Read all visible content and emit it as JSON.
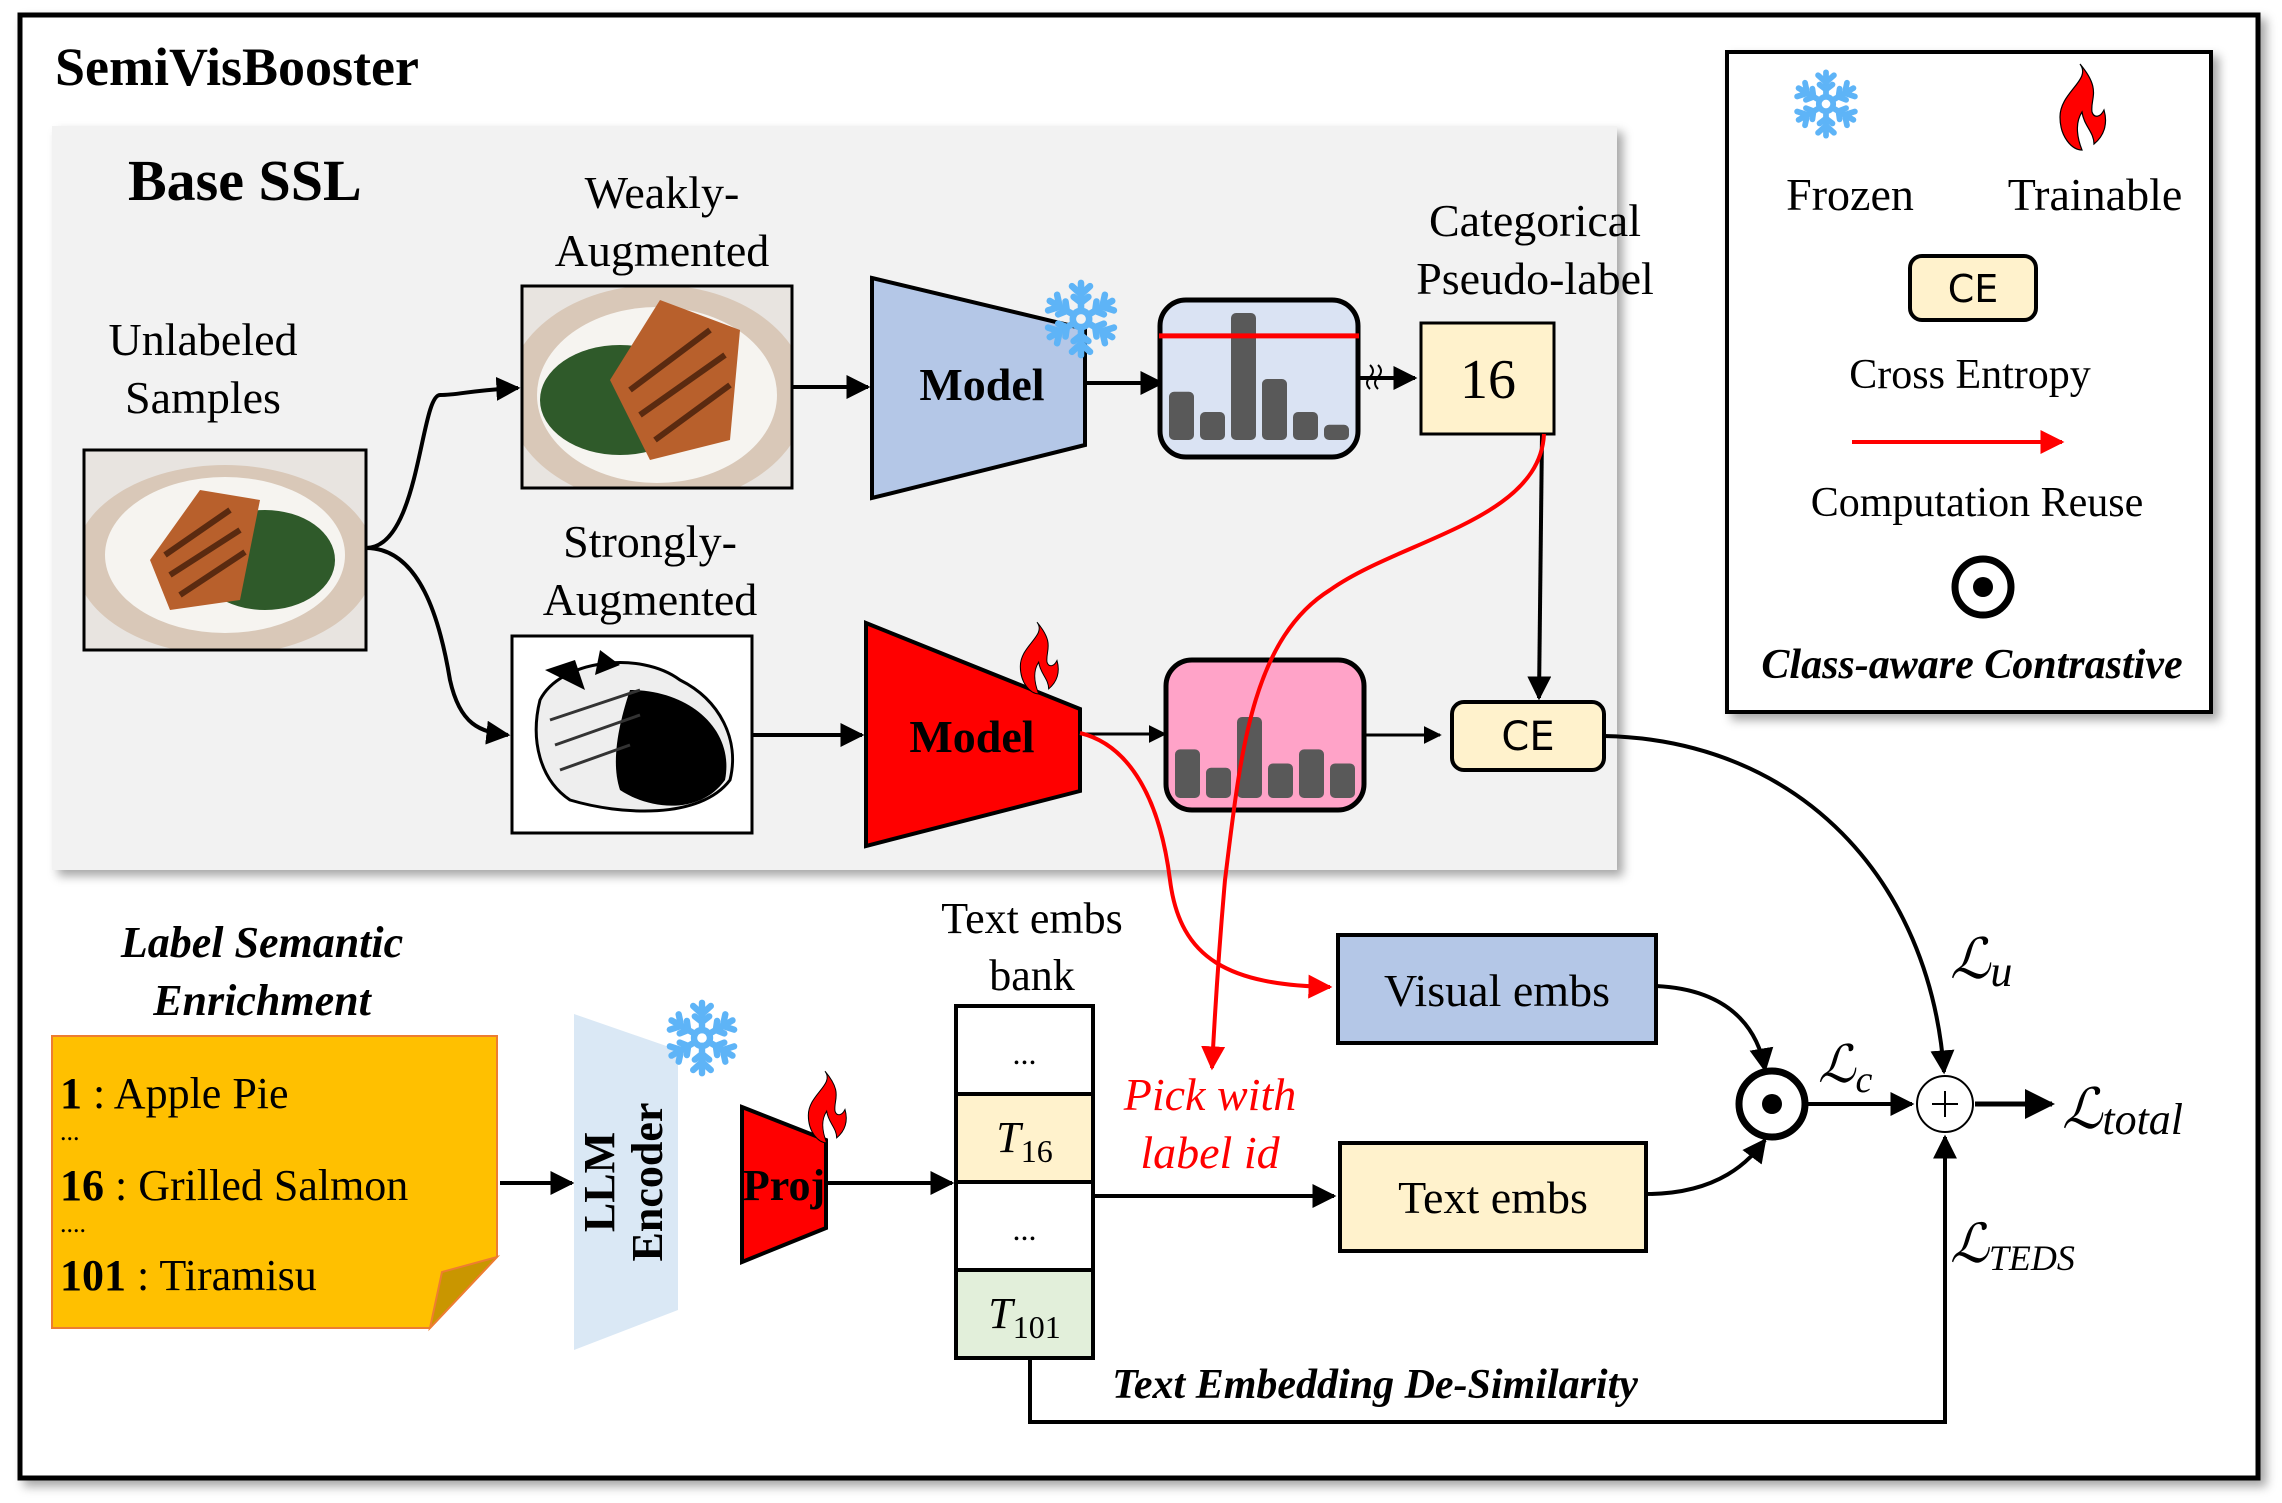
{
  "title": "SemiVisBooster",
  "base_ssl": {
    "label": "Base SSL",
    "unlabeled_label": [
      "Unlabeled",
      "Samples"
    ],
    "weak_label": [
      "Weakly-",
      "Augmented"
    ],
    "strong_label": [
      "Strongly-",
      "Augmented"
    ],
    "model_frozen_label": "Model",
    "model_trainable_label": "Model",
    "pseudo_label_caption": [
      "Categorical",
      "Pseudo-label"
    ],
    "pseudo_label_value": "16",
    "ce_label": "CE",
    "weak_hist": [
      0.38,
      0.22,
      1.0,
      0.48,
      0.22,
      0.12
    ],
    "weak_threshold": 0.82,
    "strong_hist": [
      0.45,
      0.28,
      0.75,
      0.32,
      0.45,
      0.32
    ]
  },
  "legend": {
    "frozen": "Frozen",
    "trainable": "Trainable",
    "ce_box": "CE",
    "ce_caption": "Cross Entropy",
    "reuse_caption": "Computation Reuse",
    "contrastive_caption": "Class-aware Contrastive"
  },
  "lse": {
    "title": [
      "Label Semantic",
      "Enrichment"
    ],
    "items": [
      {
        "id": "1",
        "name": " : Apple Pie"
      },
      {
        "id": "16",
        "name": " : Grilled Salmon"
      },
      {
        "id": "101",
        "name": " : Tiramisu"
      }
    ],
    "ellipsis_1": "...",
    "ellipsis_2": "....",
    "encoder_label": [
      "LLM",
      "Encoder"
    ],
    "proj_label": "Proj"
  },
  "bank": {
    "caption": [
      "Text embs",
      "bank"
    ],
    "cells": [
      {
        "text": "...",
        "sub": "",
        "color": "#ffffff"
      },
      {
        "text": "T",
        "sub": "16",
        "color": "#fff2cc"
      },
      {
        "text": "...",
        "sub": "",
        "color": "#ffffff"
      },
      {
        "text": "T",
        "sub": "101",
        "color": "#e2efda"
      }
    ]
  },
  "pick_label": [
    "Pick with",
    "label id"
  ],
  "visual_embs": "Visual embs",
  "text_embs": "Text embs",
  "teds_caption": "Text Embedding De-Similarity",
  "losses": {
    "lu": {
      "base": "ℒ",
      "sub": "u"
    },
    "lc": {
      "base": "ℒ",
      "sub": "c"
    },
    "ltotal": {
      "base": "ℒ",
      "sub": "total"
    },
    "lteds": {
      "base": "ℒ",
      "sub": "TEDS"
    }
  },
  "colors": {
    "frozen_blue": "#b4c7e7",
    "trainable_red": "#ff0000",
    "pink": "#ffa3c8",
    "light_blue": "#dae3f3",
    "cream": "#fff2cc",
    "sticky": "#ffc000",
    "panel_gray": "#f2f2f2",
    "bar_gray": "#595959",
    "snow": "#5eb4f7"
  }
}
